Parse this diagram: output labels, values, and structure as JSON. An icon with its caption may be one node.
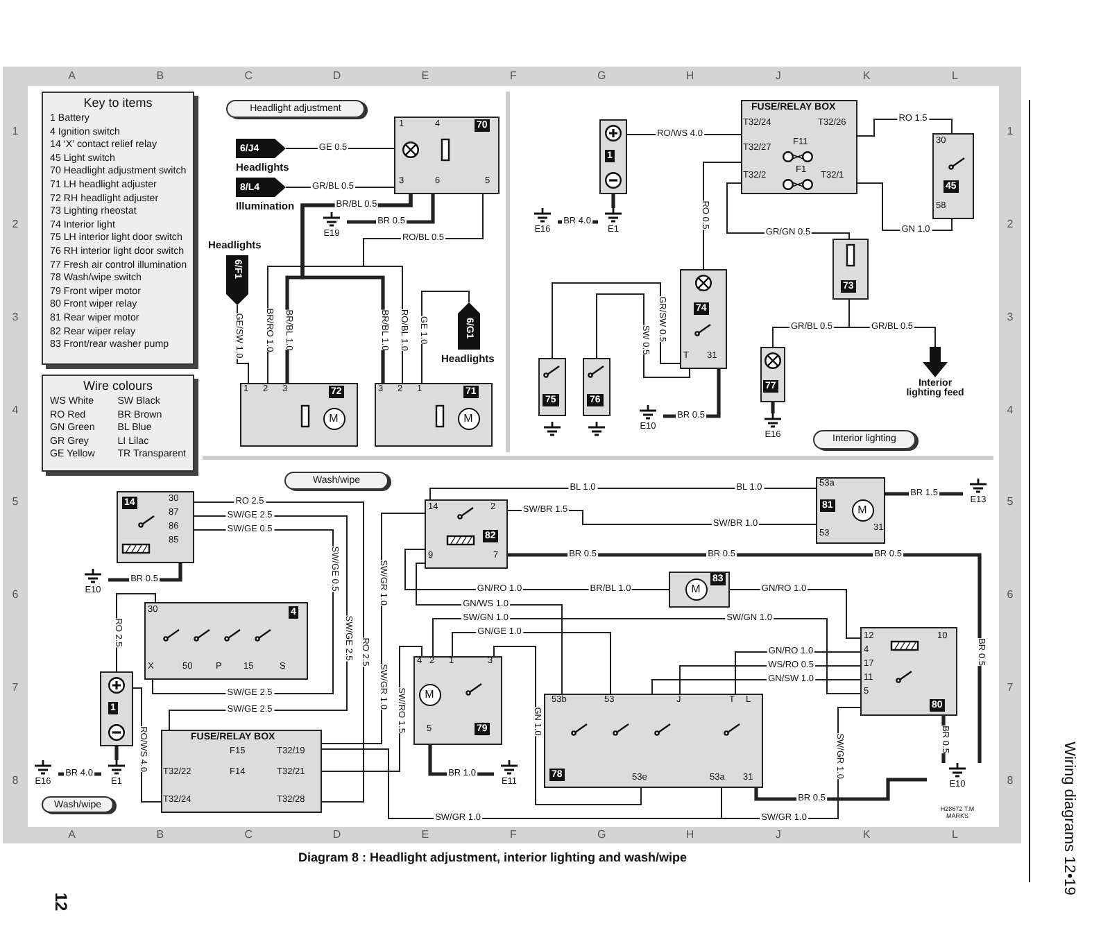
{
  "diagram": {
    "caption": "Diagram 8 : Headlight adjustment, interior lighting and wash/wipe",
    "nodes": [
      {
        "text": [
          "Key to items",
          "1 Battery",
          "4 Ignition switch",
          "14 ‘X’ contact relief relay",
          "45 Light switch",
          "70 Headlight adjustment switch",
          "71 LH headlight adjuster",
          "72 RH headlight adjuster",
          "73 Lighting rheostat",
          "74 Interior light",
          "75 LH interior light door switch",
          "76 RH interior light door switch",
          "77 Fresh air control illumination",
          "78 Wash/wipe switch",
          "79 Front wiper motor",
          "80 Front wiper relay",
          "81 Rear wiper motor",
          "82 Rear wiper relay",
          "83 Front/rear washer pump"
        ]
      },
      {
        "text": [
          "Wire colours",
          "WS White",
          "SW Black",
          "RO Red",
          "BR Brown",
          "GN Green",
          "BL Blue",
          "GR Grey",
          "LI Lilac",
          "GE Yellow",
          "TR Transparent"
        ]
      },
      {
        "text": [
          "Headlight adjustment"
        ]
      },
      {
        "text": [
          "1",
          "4",
          "70",
          "3",
          "6",
          "5"
        ]
      },
      {
        "text": [
          "6/J4"
        ],
        "beside": [
          "Headlights"
        ]
      },
      {
        "text": [
          "8/L4"
        ],
        "beside": [
          "Illumination"
        ]
      },
      {
        "text": [
          "6/F1"
        ],
        "beside": [
          "Headlights"
        ]
      },
      {
        "text": [
          "E19"
        ]
      },
      {
        "text": [
          "1",
          "2",
          "3",
          "72",
          "M"
        ]
      },
      {
        "text": [
          "3",
          "2",
          "1",
          "71",
          "M"
        ]
      },
      {
        "text": [
          "6/G1"
        ],
        "beside": [
          "Headlights"
        ]
      },
      {
        "text": [
          "1"
        ]
      },
      {
        "text": [
          "E16"
        ]
      },
      {
        "text": [
          "E1"
        ]
      },
      {
        "text": [
          "FUSE/RELAY BOX",
          "T32/24",
          "T32/26",
          "T32/27",
          "F11",
          "T32/2",
          "F1",
          "T32/1"
        ]
      },
      {
        "text": [
          "30",
          "45",
          "58"
        ]
      },
      {
        "text": [
          "73"
        ]
      },
      {
        "text": [
          "74",
          "T",
          "31"
        ]
      },
      {
        "text": [
          "75"
        ]
      },
      {
        "text": [
          "76"
        ]
      },
      {
        "text": [
          "E10"
        ]
      },
      {
        "text": [
          "77"
        ]
      },
      {
        "text": [
          "E16"
        ]
      },
      {
        "text": [
          "Interior lighting feed"
        ]
      },
      {
        "text": [
          "Interior lighting"
        ]
      },
      {
        "text": [
          "Wash/wipe"
        ]
      },
      {
        "text": [
          "14",
          "30",
          "87",
          "86",
          "85"
        ]
      },
      {
        "text": [
          "E10"
        ]
      },
      {
        "text": [
          "30",
          "4",
          "X",
          "50",
          "P",
          "15",
          "S"
        ]
      },
      {
        "text": [
          "1"
        ]
      },
      {
        "text": [
          "E16"
        ]
      },
      {
        "text": [
          "E1"
        ]
      },
      {
        "text": [
          "FUSE/RELAY BOX",
          "F15",
          "T32/19",
          "T32/22",
          "F14",
          "T32/21",
          "T32/24",
          "T32/28"
        ]
      },
      {
        "text": [
          "Wash/wipe"
        ]
      },
      {
        "text": [
          "14",
          "2",
          "82",
          "9",
          "7"
        ]
      },
      {
        "text": [
          "53a",
          "81",
          "M",
          "31",
          "53"
        ]
      },
      {
        "text": [
          "E13"
        ]
      },
      {
        "text": [
          "83",
          "M"
        ]
      },
      {
        "text": [
          "12",
          "10",
          "4",
          "17",
          "11",
          "5",
          "80"
        ]
      },
      {
        "text": [
          "4",
          "2",
          "1",
          "3",
          "M",
          "5",
          "79"
        ]
      },
      {
        "text": [
          "E11"
        ]
      },
      {
        "text": [
          "53b",
          "53",
          "J",
          "T",
          "L",
          "78",
          "53e",
          "53a",
          "31"
        ]
      },
      {
        "text": [
          "E10"
        ]
      }
    ],
    "edges": [
      {
        "from": 4,
        "to": 3,
        "arrow": "none",
        "label": "GE 0.5"
      },
      {
        "from": 5,
        "to": 3,
        "arrow": "none",
        "label": "GR/BL 0.5"
      },
      {
        "from": 3,
        "to": 7,
        "arrow": "none",
        "label": "BR 0.5",
        "style": "thick"
      },
      {
        "from": 3,
        "to": 8,
        "arrow": "none",
        "label": "BR/BL 1.0",
        "style": "thick"
      },
      {
        "from": 3,
        "to": 9,
        "arrow": "none",
        "label": "BR/BL 1.0",
        "style": "thick"
      },
      {
        "from": 3,
        "to": 8,
        "arrow": "none",
        "label": "BR/RO 1.0"
      },
      {
        "from": 3,
        "to": 9,
        "arrow": "none",
        "label": "RO/BL 1.0"
      },
      {
        "from": 6,
        "to": 8,
        "arrow": "none",
        "label": "GE/SW 1.0"
      },
      {
        "from": 10,
        "to": 9,
        "arrow": "none",
        "label": "GE 1.0"
      },
      {
        "from": 11,
        "to": 14,
        "arrow": "none",
        "label": "RO/WS 4.0"
      },
      {
        "from": 11,
        "to": 13,
        "arrow": "none",
        "style": "thick"
      },
      {
        "from": 12,
        "to": 13,
        "arrow": "none",
        "label": "BR 4.0",
        "style": "thick"
      },
      {
        "from": 14,
        "to": 15,
        "arrow": "none",
        "label": "RO 1.5"
      },
      {
        "from": 15,
        "to": 14,
        "arrow": "none",
        "label": "GN 1.0"
      },
      {
        "from": 14,
        "to": 16,
        "arrow": "none",
        "label": "GR/GN 0.5"
      },
      {
        "from": 14,
        "to": 17,
        "arrow": "none",
        "label": "RO 0.5"
      },
      {
        "from": 18,
        "to": 17,
        "arrow": "none",
        "label": "GR/SW 0.5"
      },
      {
        "from": 19,
        "to": 17,
        "arrow": "none",
        "label": "SW 0.5"
      },
      {
        "from": 17,
        "to": 20,
        "arrow": "none",
        "label": "BR 0.5",
        "style": "thick"
      },
      {
        "from": 16,
        "to": 21,
        "arrow": "none",
        "label": "GR/BL 0.5"
      },
      {
        "from": 16,
        "to": 23,
        "arrow": "none",
        "label": "GR/BL 0.5"
      },
      {
        "from": 21,
        "to": 22,
        "arrow": "none",
        "style": "thick"
      },
      {
        "from": 26,
        "to": 27,
        "arrow": "none",
        "label": "BR 0.5",
        "style": "thick"
      },
      {
        "from": 26,
        "to": 32,
        "arrow": "none",
        "label": "RO 2.5"
      },
      {
        "from": 26,
        "to": 32,
        "arrow": "none",
        "label": "SW/GE 2.5"
      },
      {
        "from": 28,
        "to": 26,
        "arrow": "none",
        "label": "SW/GE 2.5"
      },
      {
        "from": 29,
        "to": 28,
        "arrow": "none",
        "label": "RO 2.5"
      },
      {
        "from": 29,
        "to": 32,
        "arrow": "none",
        "label": "RO/WS 4.0"
      },
      {
        "from": 29,
        "to": 31,
        "arrow": "none",
        "style": "thick"
      },
      {
        "from": 30,
        "to": 31,
        "arrow": "none",
        "label": "BR 4.0",
        "style": "thick"
      },
      {
        "from": 32,
        "to": 34,
        "arrow": "none",
        "label": "SW/GR 1.0"
      },
      {
        "from": 32,
        "to": 41,
        "arrow": "none",
        "label": "SW/GR 1.0"
      },
      {
        "from": 41,
        "to": 38,
        "arrow": "none",
        "label": "SW/GR 1.0"
      },
      {
        "from": 32,
        "to": 39,
        "arrow": "none",
        "label": "SW/RO 1.5"
      },
      {
        "from": 34,
        "to": 35,
        "arrow": "none",
        "label": "BL 1.0"
      },
      {
        "from": 34,
        "to": 35,
        "arrow": "none",
        "label": "SW/BR 1.5"
      },
      {
        "from": 34,
        "to": 42,
        "arrow": "none",
        "label": "BR 0.5",
        "style": "thick"
      },
      {
        "from": 35,
        "to": 36,
        "arrow": "none",
        "label": "BR 1.5",
        "style": "thick"
      },
      {
        "from": 34,
        "to": 37,
        "arrow": "none",
        "label": "BR/BL 1.0"
      },
      {
        "from": 37,
        "to": 38,
        "arrow": "none",
        "label": "GN/RO 1.0"
      },
      {
        "from": 34,
        "to": 41,
        "arrow": "none",
        "label": "GN/WS 1.0"
      },
      {
        "from": 39,
        "to": 38,
        "arrow": "none",
        "label": "SW/GN 1.0"
      },
      {
        "from": 39,
        "to": 41,
        "arrow": "none",
        "label": "GN/GE 1.0"
      },
      {
        "from": 41,
        "to": 38,
        "arrow": "none",
        "label": "GN/RO 1.0"
      },
      {
        "from": 41,
        "to": 38,
        "arrow": "none",
        "label": "WS/RO 0.5"
      },
      {
        "from": 41,
        "to": 38,
        "arrow": "none",
        "label": "GN/SW 1.0"
      },
      {
        "from": 39,
        "to": 41,
        "arrow": "none",
        "label": "GN 1.0"
      },
      {
        "from": 39,
        "to": 40,
        "arrow": "none",
        "label": "BR 1.0",
        "style": "thick"
      },
      {
        "from": 41,
        "to": 42,
        "arrow": "none",
        "label": "BR 0.5",
        "style": "thick"
      },
      {
        "from": 38,
        "to": 42,
        "arrow": "none",
        "label": "BR 0.5",
        "style": "thick"
      }
    ],
    "labels": [
      "A",
      "B",
      "C",
      "D",
      "E",
      "F",
      "G",
      "H",
      "J",
      "K",
      "L",
      "1",
      "2",
      "3",
      "4",
      "5",
      "6",
      "7",
      "8",
      "1",
      "2",
      "3",
      "4",
      "5",
      "6",
      "7",
      "8",
      "BR/BL 0.5",
      "RO/BL 0.5",
      "RO 2.5",
      "SW/GE 0.5",
      "SW/GE 2.5",
      "SW/GE 0.5",
      "SW/GE 2.5",
      "SW/GR 1.0",
      "BL 1.0",
      "SW/BR 1.0",
      "BR 0.5",
      "BR 0.5",
      "BR 0.5",
      "GN/RO 1.0",
      "SW/GN 1.0",
      "SW/GR 1.0",
      "A",
      "B",
      "C",
      "D",
      "E",
      "F",
      "G",
      "H",
      "J",
      "K",
      "L",
      "H28672 T.M MARKS",
      "12",
      "Wiring diagrams 12•19"
    ]
  }
}
